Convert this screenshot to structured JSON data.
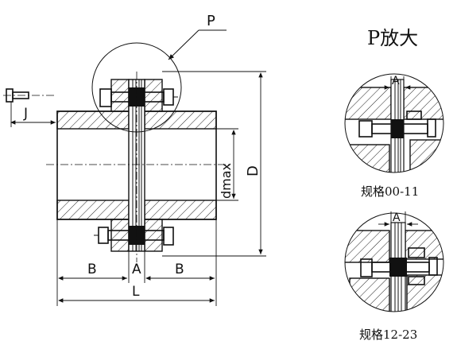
{
  "labels": {
    "P": "P",
    "J": "J",
    "dmax": "dmax",
    "D": "D",
    "B_left": "B",
    "A": "A",
    "B_right": "B",
    "L": "L"
  },
  "detail": {
    "title": "P放大",
    "dim_label": "A",
    "spec_top": "规格00-11",
    "spec_bottom": "规格12-23"
  }
}
